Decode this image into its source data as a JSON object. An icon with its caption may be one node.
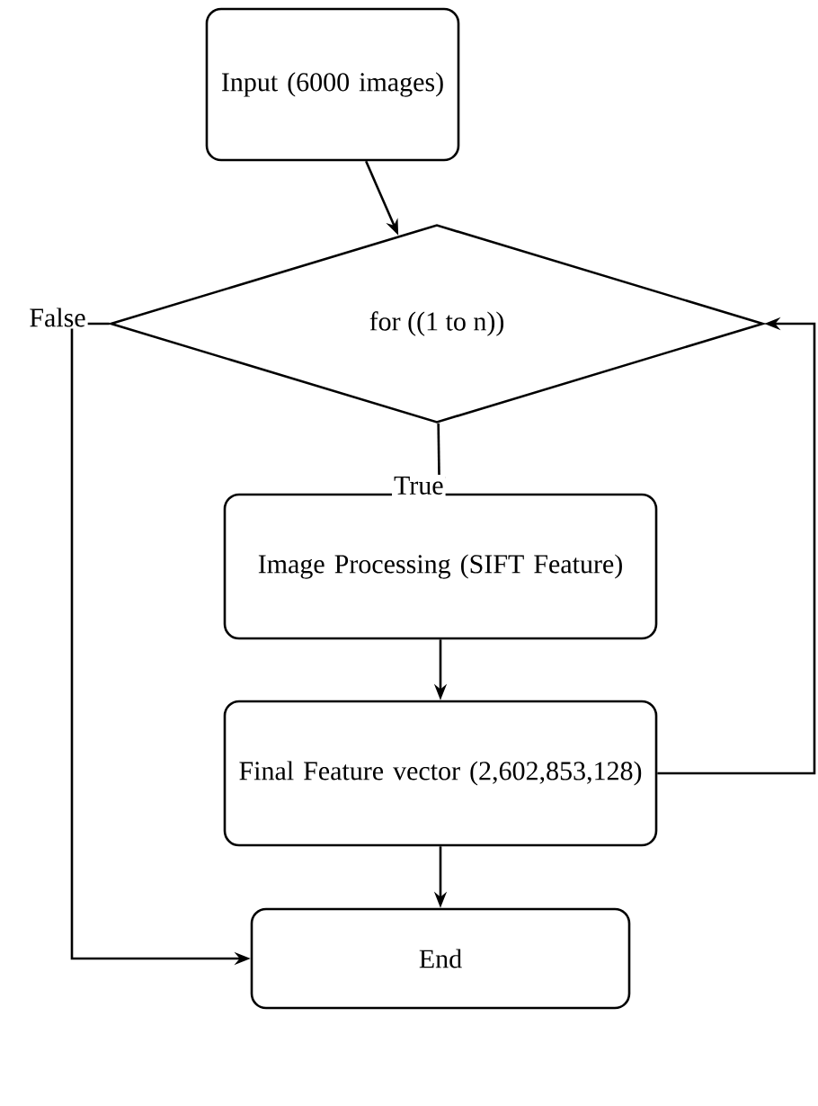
{
  "diagram": {
    "nodes": [
      {
        "text": [
          "Input (6000 images)"
        ]
      },
      {
        "text": [
          "for ((1 to n))"
        ]
      },
      {
        "text": [
          "Image Processing (SIFT Feature)"
        ]
      },
      {
        "text": [
          "Final Feature vector (2,602,853,128)"
        ]
      },
      {
        "text": [
          "End"
        ]
      }
    ],
    "edges": [
      {
        "from": 0,
        "to": 1,
        "arrow": "to"
      },
      {
        "from": 1,
        "to": 2,
        "arrow": "to",
        "label": "True"
      },
      {
        "from": 2,
        "to": 3,
        "arrow": "to"
      },
      {
        "from": 3,
        "to": 4,
        "arrow": "to"
      },
      {
        "from": 3,
        "to": 1,
        "arrow": "to"
      },
      {
        "from": 1,
        "to": 4,
        "arrow": "to",
        "label": "False"
      }
    ]
  }
}
